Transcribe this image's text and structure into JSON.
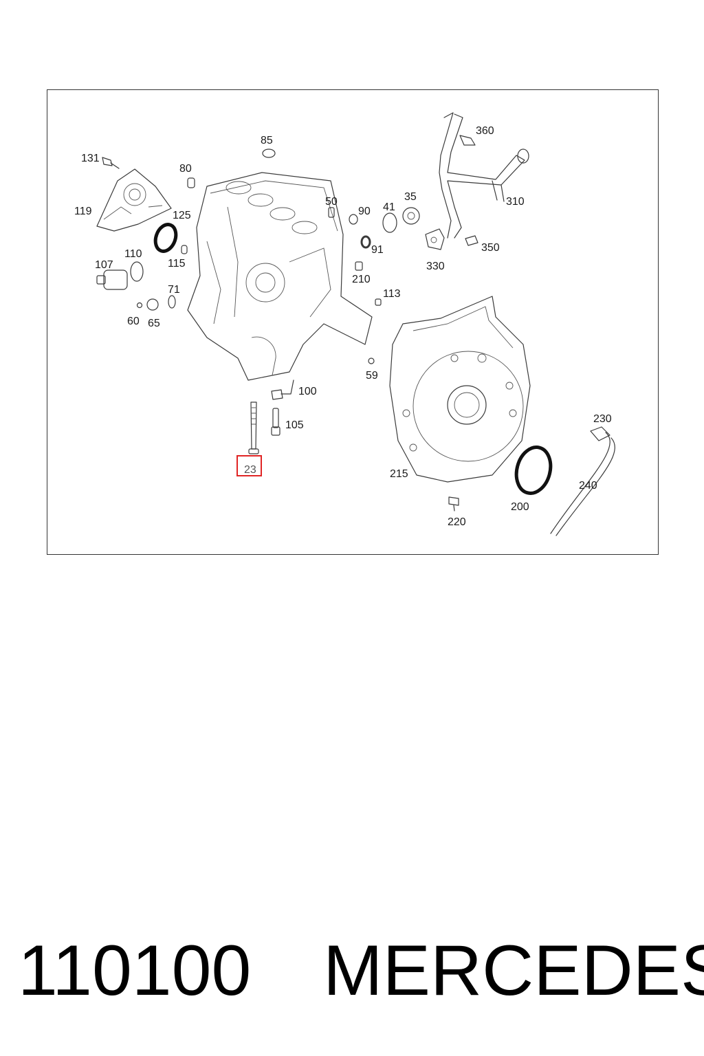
{
  "diagram": {
    "highlight_color": "#e02424",
    "highlighted_label": "23",
    "labels": [
      {
        "id": "85",
        "text": "85"
      },
      {
        "id": "131",
        "text": "131"
      },
      {
        "id": "80",
        "text": "80"
      },
      {
        "id": "119",
        "text": "119"
      },
      {
        "id": "125",
        "text": "125"
      },
      {
        "id": "110",
        "text": "110"
      },
      {
        "id": "107",
        "text": "107"
      },
      {
        "id": "115",
        "text": "115"
      },
      {
        "id": "71",
        "text": "71"
      },
      {
        "id": "60",
        "text": "60"
      },
      {
        "id": "65",
        "text": "65"
      },
      {
        "id": "50",
        "text": "50"
      },
      {
        "id": "90",
        "text": "90"
      },
      {
        "id": "41",
        "text": "41"
      },
      {
        "id": "35",
        "text": "35"
      },
      {
        "id": "91",
        "text": "91"
      },
      {
        "id": "210",
        "text": "210"
      },
      {
        "id": "113",
        "text": "113"
      },
      {
        "id": "59",
        "text": "59"
      },
      {
        "id": "100",
        "text": "100"
      },
      {
        "id": "105",
        "text": "105"
      },
      {
        "id": "23",
        "text": "23"
      },
      {
        "id": "360",
        "text": "360"
      },
      {
        "id": "310",
        "text": "310"
      },
      {
        "id": "330",
        "text": "330"
      },
      {
        "id": "350",
        "text": "350"
      },
      {
        "id": "215",
        "text": "215"
      },
      {
        "id": "230",
        "text": "230"
      },
      {
        "id": "240",
        "text": "240"
      },
      {
        "id": "200",
        "text": "200"
      },
      {
        "id": "220",
        "text": "220"
      }
    ]
  },
  "caption": {
    "part_number": "110100",
    "brand": "MERCEDES"
  }
}
